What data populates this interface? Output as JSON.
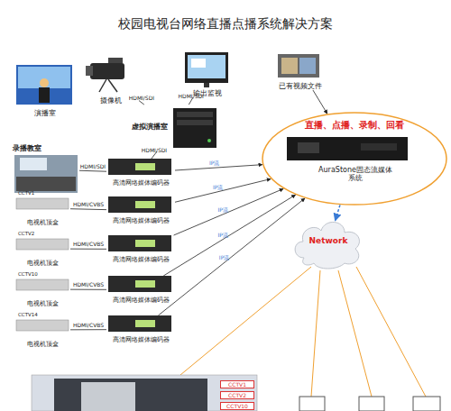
{
  "diagram": {
    "title": "校园电视台网络直播点播系统解决方案",
    "nodes": [
      {
        "text": [
          "演播室"
        ]
      },
      {
        "text": [
          "摄像机"
        ]
      },
      {
        "text": [
          "输出监视"
        ]
      },
      {
        "text": [
          "虚拟演播室"
        ]
      },
      {
        "text": [
          "已有视频文件"
        ]
      },
      {
        "text": [
          "直播、点播、录制、回看",
          "AuraStone固态流媒体系统"
        ]
      },
      {
        "text": [
          "录播教室"
        ]
      },
      {
        "text": [
          "高清网络媒体编码器"
        ]
      },
      {
        "text": [
          "CCTV1",
          "电视机顶盒"
        ]
      },
      {
        "text": [
          "高清网络媒体编码器"
        ]
      },
      {
        "text": [
          "CCTV2",
          "电视机顶盒"
        ]
      },
      {
        "text": [
          "高清网络媒体编码器"
        ]
      },
      {
        "text": [
          "CCTV10",
          "电视机顶盒"
        ]
      },
      {
        "text": [
          "高清网络媒体编码器"
        ]
      },
      {
        "text": [
          "CCTV14",
          "电视机顶盒"
        ]
      },
      {
        "text": [
          "高清网络媒体编码器"
        ]
      },
      {
        "text": [
          "Network"
        ]
      },
      {
        "text": [
          "CCTV1"
        ]
      },
      {
        "text": [
          "CCTV2"
        ]
      },
      {
        "text": [
          "CCTV10"
        ]
      }
    ],
    "edges": [
      {
        "from": 1,
        "to": 3,
        "label": "HDMI/SDI",
        "arrow": "none"
      },
      {
        "from": 3,
        "to": 2,
        "label": "HDMI/SDI",
        "arrow": "none"
      },
      {
        "from": 3,
        "to": 7,
        "label": "HDMI/SDI",
        "arrow": "none"
      },
      {
        "from": 6,
        "to": 7,
        "label": "HDMI/SDI",
        "arrow": "none"
      },
      {
        "from": 8,
        "to": 9,
        "label": "HDMI/CVBS",
        "arrow": "none"
      },
      {
        "from": 10,
        "to": 11,
        "label": "HDMI/CVBS",
        "arrow": "none"
      },
      {
        "from": 12,
        "to": 13,
        "label": "HDMI/CVBS",
        "arrow": "none"
      },
      {
        "from": 14,
        "to": 15,
        "label": "HDMI/CVBS",
        "arrow": "none"
      },
      {
        "from": 7,
        "to": 5,
        "label": "IP流",
        "arrow": "to"
      },
      {
        "from": 9,
        "to": 5,
        "label": "IP流",
        "arrow": "to"
      },
      {
        "from": 11,
        "to": 5,
        "label": "IP流",
        "arrow": "to"
      },
      {
        "from": 13,
        "to": 5,
        "label": "IP流",
        "arrow": "to"
      },
      {
        "from": 15,
        "to": 5,
        "label": "IP流",
        "arrow": "to"
      },
      {
        "from": 4,
        "to": 5,
        "arrow": "to"
      },
      {
        "from": 5,
        "to": 16,
        "arrow": "to"
      }
    ]
  }
}
